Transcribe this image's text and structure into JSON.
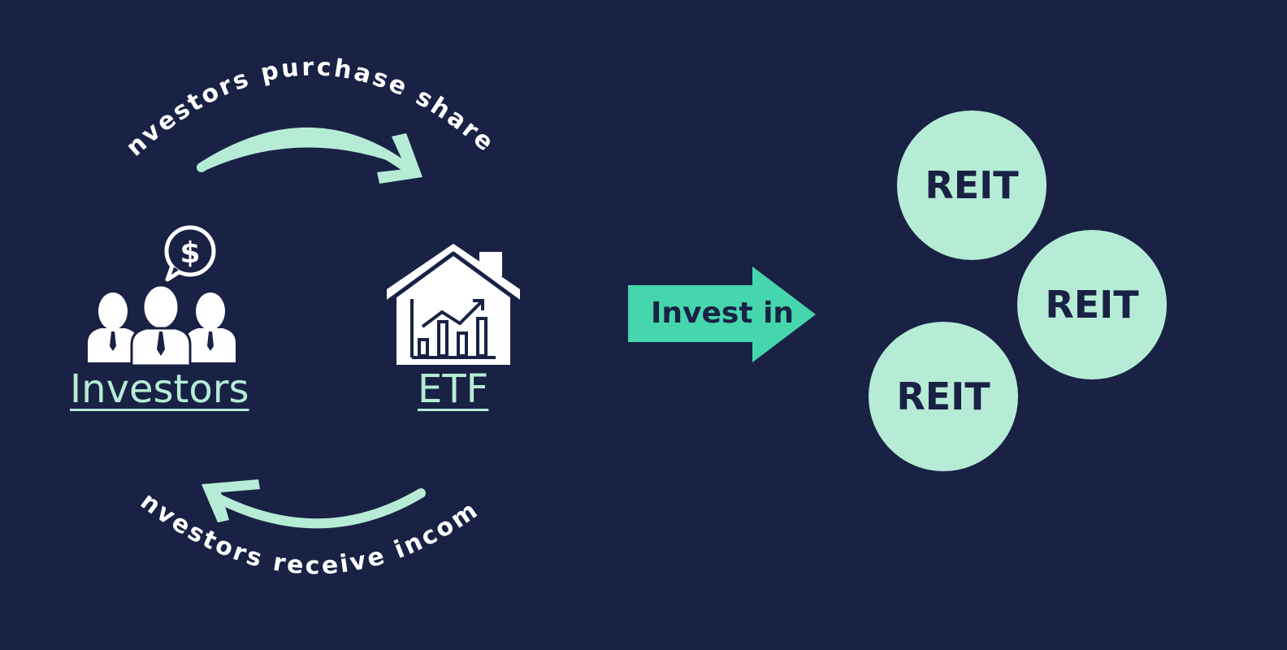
{
  "flow": {
    "top_label": "Investors purchase shares",
    "bottom_label": "Investors receive income"
  },
  "nodes": {
    "investors": "Investors",
    "etf": "ETF"
  },
  "invest_arrow": {
    "label": "Invest in"
  },
  "reits": [
    "REIT",
    "REIT",
    "REIT"
  ],
  "icons": {
    "investors": "investors-group-icon",
    "money_bubble": "dollar-speech-bubble-icon",
    "etf": "house-chart-icon"
  },
  "colors": {
    "background": "#192244",
    "mint": "#b6ecd6",
    "arrow_green": "#45d6ae",
    "white": "#ffffff"
  }
}
